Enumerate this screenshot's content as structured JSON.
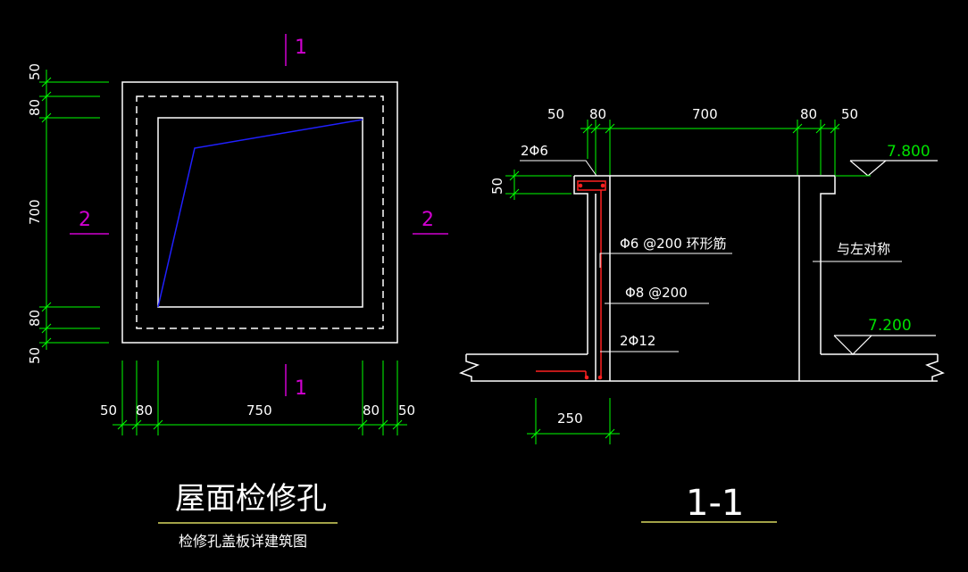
{
  "plan": {
    "section_top": "1",
    "section_bottom": "1",
    "section_left": "2",
    "section_right": "2",
    "dims_vertical": [
      "50",
      "80",
      "700",
      "80",
      "50"
    ],
    "dims_horizontal": [
      "50",
      "80",
      "750",
      "80",
      "50"
    ],
    "title": "屋面检修孔",
    "subtitle": "检修孔盖板详建筑图"
  },
  "section": {
    "dims_top": [
      "50",
      "80",
      "700",
      "80",
      "50"
    ],
    "dim_left": "50",
    "dim_bottom": "250",
    "labels": {
      "top_bar": "2Φ6",
      "ring_bar": "Φ6 @200 环形筋",
      "vertical_bar": "Φ8 @200",
      "bottom_bar": "2Φ12",
      "symmetric": "与左对称"
    },
    "elev_top": "7.800",
    "elev_bottom": "7.200",
    "title": "1-1"
  },
  "colors": {
    "background": "#000000",
    "line": "#ffffff",
    "dimension": "#00ff00",
    "section_mark": "#d000d0",
    "rebar": "#ff2020",
    "diagonal": "#2020ff",
    "title_underline": "#d8d860"
  }
}
